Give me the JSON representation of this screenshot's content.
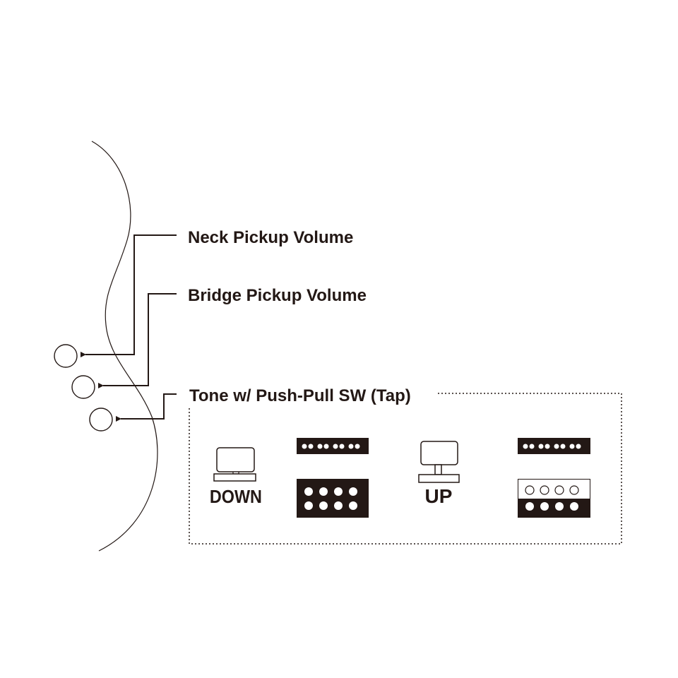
{
  "labels": {
    "neck": "Neck Pickup Volume",
    "bridge": "Bridge Pickup Volume",
    "tone": "Tone w/ Push-Pull SW (Tap)"
  },
  "switch_states": {
    "down": "DOWN",
    "up": "UP"
  },
  "colors": {
    "ink": "#231815",
    "background": "#ffffff"
  }
}
